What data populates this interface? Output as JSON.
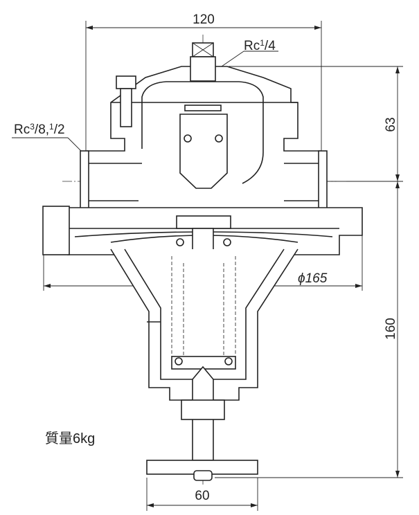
{
  "dimensions": {
    "width_top": "120",
    "height_upper": "63",
    "diameter": "ϕ165",
    "height_lower": "160",
    "handle_width": "60"
  },
  "callouts": {
    "top_port": {
      "prefix": "Rc",
      "fraction_num": "1",
      "fraction_den": "/4"
    },
    "side_port": {
      "prefix": "Rc",
      "a_num": "3",
      "a_den": "/8,",
      "b_num": "1",
      "b_den": "/2"
    }
  },
  "mass_label": "質量6kg"
}
